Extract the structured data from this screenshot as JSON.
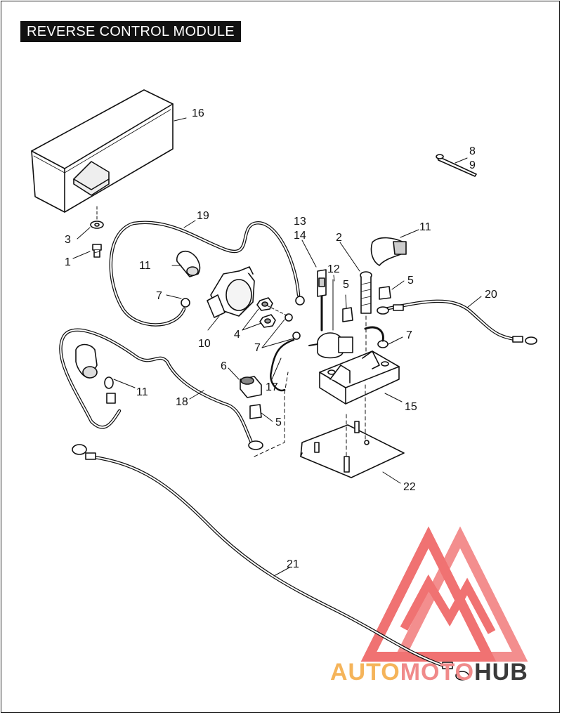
{
  "title": "REVERSE CONTROL MODULE",
  "callouts": {
    "c1": "1",
    "c2": "2",
    "c3": "3",
    "c4": "4",
    "c5a": "5",
    "c5b": "5",
    "c5c": "5",
    "c6": "6",
    "c7a": "7",
    "c7b": "7",
    "c7c": "7",
    "c8": "8",
    "c9": "9",
    "c10": "10",
    "c11a": "11",
    "c11b": "11",
    "c11c": "11",
    "c12": "12",
    "c13": "13",
    "c14": "14",
    "c15": "15",
    "c16": "16",
    "c17": "17",
    "c18": "18",
    "c19": "19",
    "c20": "20",
    "c21": "21",
    "c22": "22"
  },
  "watermark": {
    "part1": "AUTO",
    "part2": "MOTO",
    "part3": "HUB",
    "colors": {
      "orange": "#f5b45a",
      "pink": "#f08a8a",
      "dark": "#3a3a3a",
      "logo_red": "#ee5a5a"
    }
  }
}
